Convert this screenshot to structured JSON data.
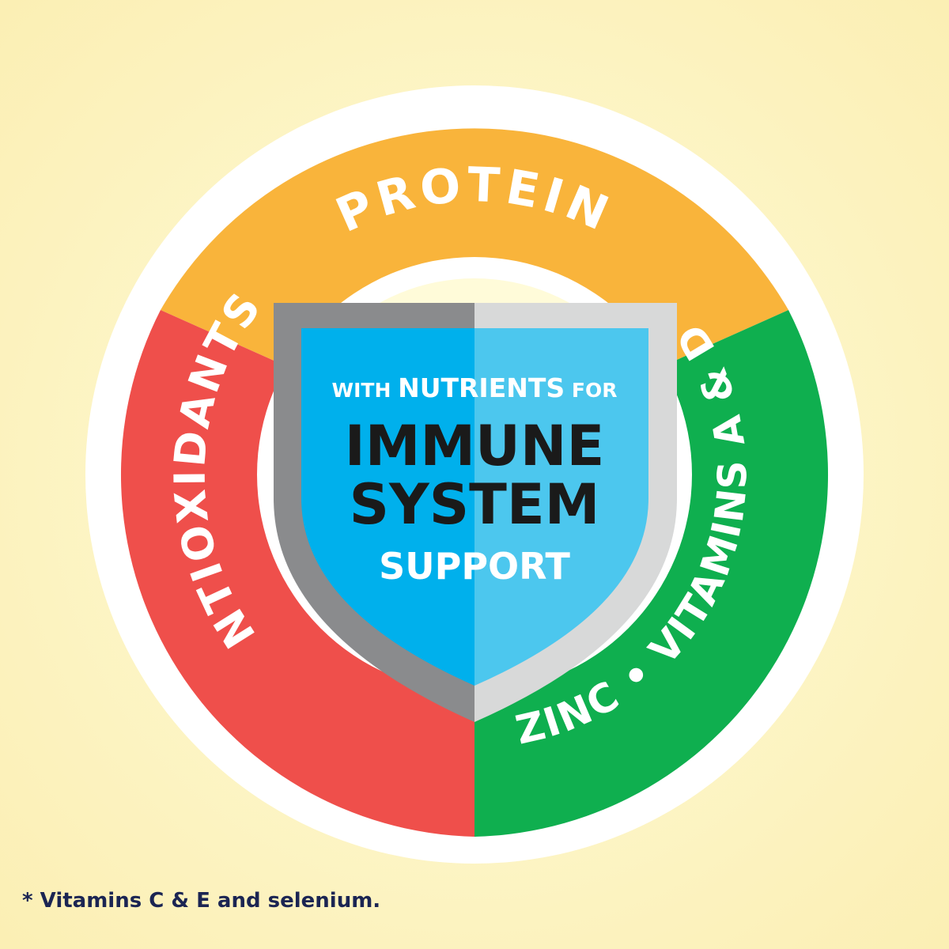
{
  "colors": {
    "background_center": "#fffbd9",
    "background_edge": "#fbefb4",
    "outer_ring": "#ffffff",
    "protein": "#f9b43b",
    "antioxidants": "#ef4f4b",
    "zinc_vitamins": "#0faf4f",
    "shield_border_dark": "#8a8b8d",
    "shield_border_light": "#d8d9d9",
    "shield_fill_dark": "#00b0ec",
    "shield_fill_light": "#4cc7ee",
    "heading_dark": "#1a1a1a",
    "footnote_text": "#1b2553"
  },
  "ring": {
    "top_label": "PROTEIN",
    "left_label": "ANTIOXIDANTS*",
    "right_label": "ZINC • VITAMINS A & D"
  },
  "shield": {
    "line1_prefix": "WITH ",
    "line1_emphasis": "NUTRIENTS",
    "line1_suffix": " FOR",
    "line2": "IMMUNE",
    "line3": "SYSTEM",
    "line4": "SUPPORT"
  },
  "footnote": "* Vitamins C & E and selenium."
}
